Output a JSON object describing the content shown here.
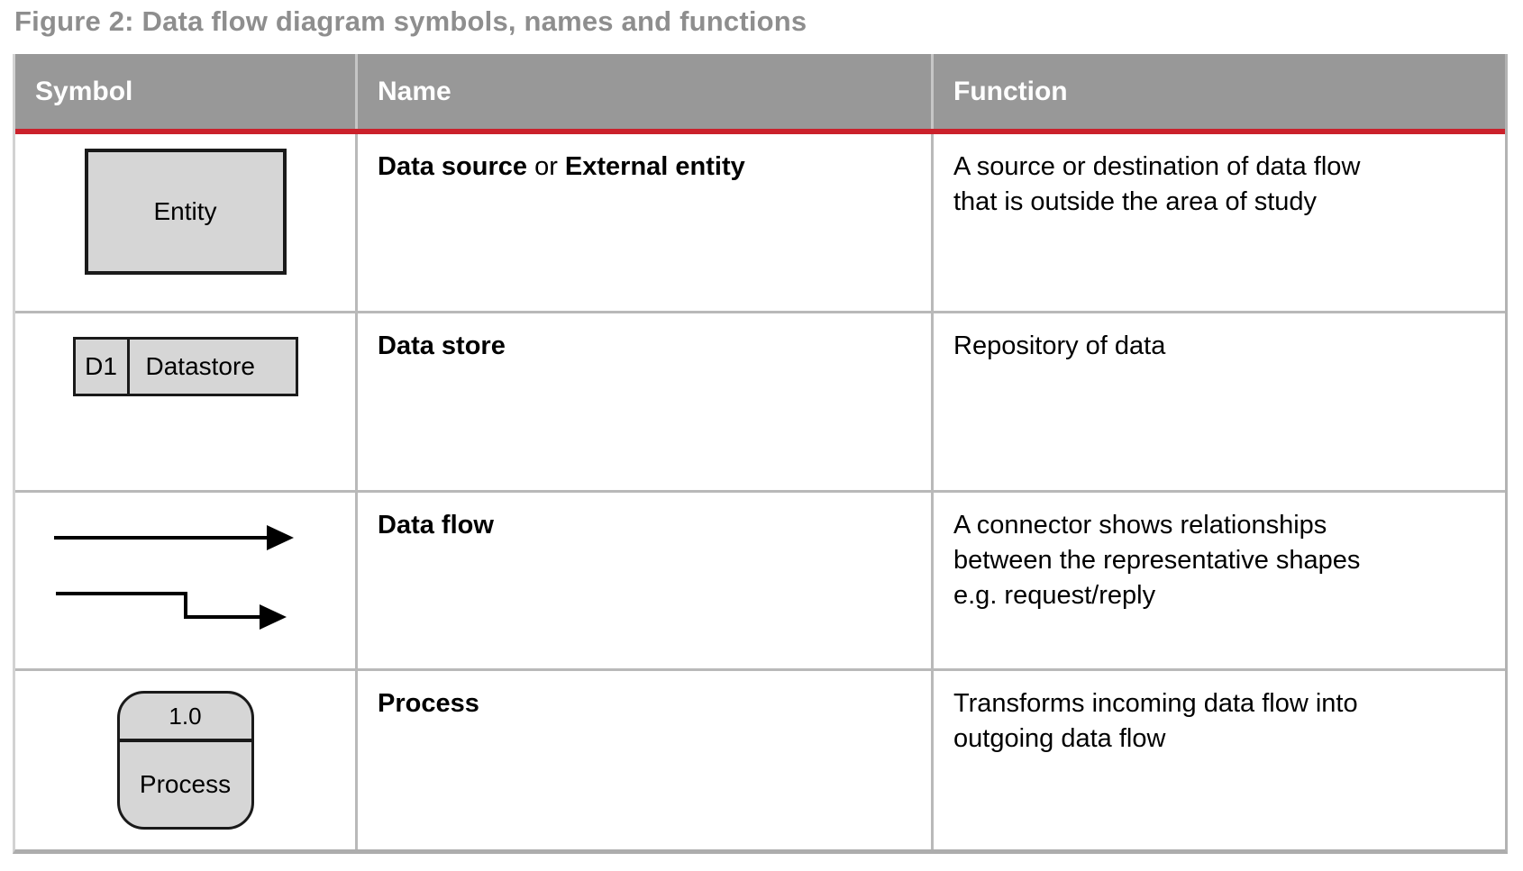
{
  "title": "Figure 2: Data flow diagram symbols, names and functions",
  "colors": {
    "accent_red": "#cb212b",
    "header_background": "#989898",
    "header_text": "#ffffff",
    "title_text": "#8e8e8e",
    "table_border": "#b9b9b9",
    "symbol_fill": "#d6d6d6",
    "symbol_stroke": "#1a1a1a"
  },
  "table": {
    "headers": [
      "Symbol",
      "Name",
      "Function"
    ],
    "rows": [
      {
        "symbol_label": "Entity",
        "name_bold_1": "Data source",
        "name_separator": " or ",
        "name_bold_2": "External entity",
        "function": "A source or destination of data flow that is outside the area of study"
      },
      {
        "symbol_id": "D1",
        "symbol_label": "Datastore",
        "name": "Data store",
        "function": "Repository of data"
      },
      {
        "name": "Data flow",
        "function": "A connector shows relationships between the representative shapes e.g. request/reply"
      },
      {
        "symbol_id": "1.0",
        "symbol_label": "Process",
        "name": "Process",
        "function": "Transforms incoming data flow into outgoing data flow"
      }
    ]
  }
}
